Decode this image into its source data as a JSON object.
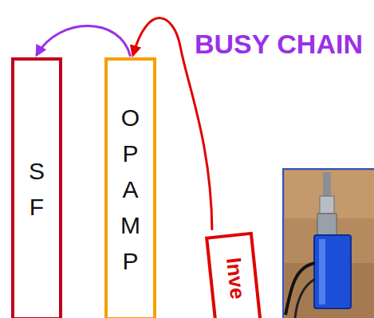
{
  "diagram": {
    "nodes": [
      {
        "text": [
          "SF"
        ]
      },
      {
        "text": [
          "OPAMP"
        ]
      },
      {
        "text": [
          "Inve"
        ]
      }
    ],
    "edges": [
      {
        "from": 1,
        "to": 0,
        "arrow": "to"
      },
      {
        "from": 2,
        "to": 1,
        "arrow": "to"
      }
    ],
    "labels": [
      "BUSY CHAIN"
    ]
  }
}
